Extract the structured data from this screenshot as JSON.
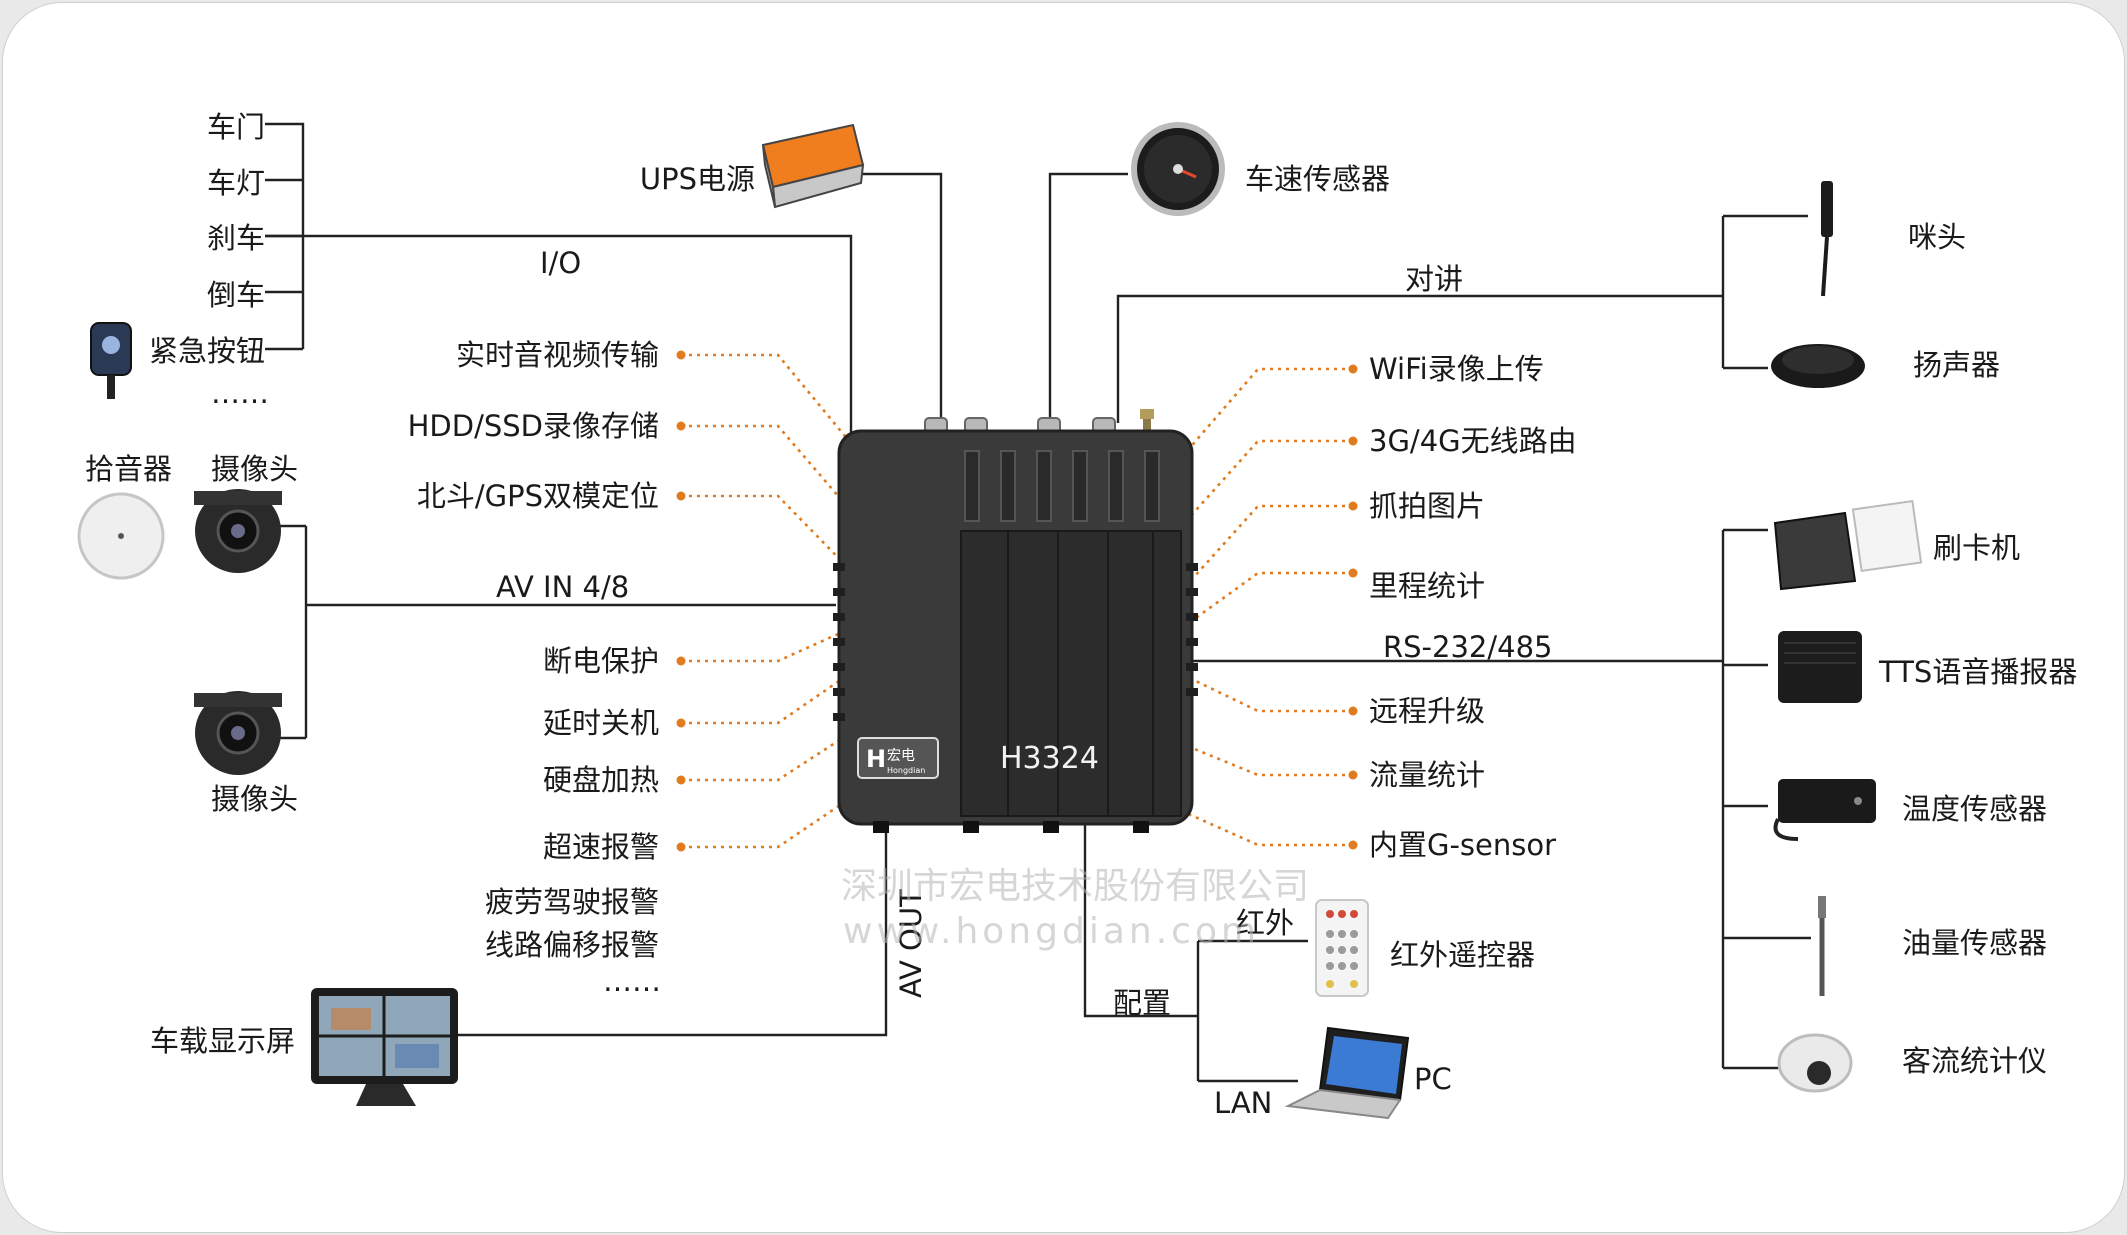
{
  "watermark": {
    "company": "深圳市宏电技术股份有限公司",
    "url": "www.hongdian.com"
  },
  "device": {
    "model": "H3324",
    "brand_cn": "宏电",
    "brand_en": "Hongdian"
  },
  "io_group": {
    "items": [
      "车门",
      "车灯",
      "刹车",
      "倒车",
      "紧急按钮"
    ],
    "more": "……",
    "bus_label": "I/O"
  },
  "left_features": [
    "实时音视频传输",
    "HDD/SSD录像存储",
    "北斗/GPS双模定位",
    "断电保护",
    "延时关机",
    "硬盘加热",
    "超速报警",
    "疲劳驾驶报警",
    "线路偏移报警"
  ],
  "left_features_more": "……",
  "av_in": {
    "label": "AV IN  4/8",
    "pickup": "拾音器",
    "camera_top": "摄像头",
    "camera_bottom": "摄像头"
  },
  "ups": "UPS电源",
  "speed_sensor": "车速传感器",
  "intercom": {
    "label": "对讲",
    "mic": "咪头",
    "speaker": "扬声器"
  },
  "right_features": [
    "WiFi录像上传",
    "3G/4G无线路由",
    "抓拍图片",
    "里程统计",
    "远程升级",
    "流量统计",
    "内置G-sensor"
  ],
  "serial": {
    "label": "RS-232/485",
    "devices": [
      "刷卡机",
      "TTS语音播报器",
      "温度传感器",
      "油量传感器",
      "客流统计仪"
    ]
  },
  "display": {
    "label": "车载显示屏",
    "port": "AV OUT"
  },
  "config": {
    "label": "配置",
    "ir": "红外",
    "remote": "红外遥控器",
    "lan": "LAN",
    "pc": "PC"
  },
  "colors": {
    "accent": "#e07b1e",
    "line": "#222222",
    "device_body": "#3a3a3a"
  },
  "icons": [
    "ups-icon",
    "speedometer-icon",
    "panic-button-icon",
    "microphone-icon",
    "dome-camera-icon",
    "handheld-mic-icon",
    "speaker-icon",
    "card-reader-icon",
    "tts-box-icon",
    "temperature-sensor-icon",
    "fuel-sensor-icon",
    "people-counter-icon",
    "monitor-icon",
    "ir-remote-icon",
    "laptop-icon"
  ]
}
